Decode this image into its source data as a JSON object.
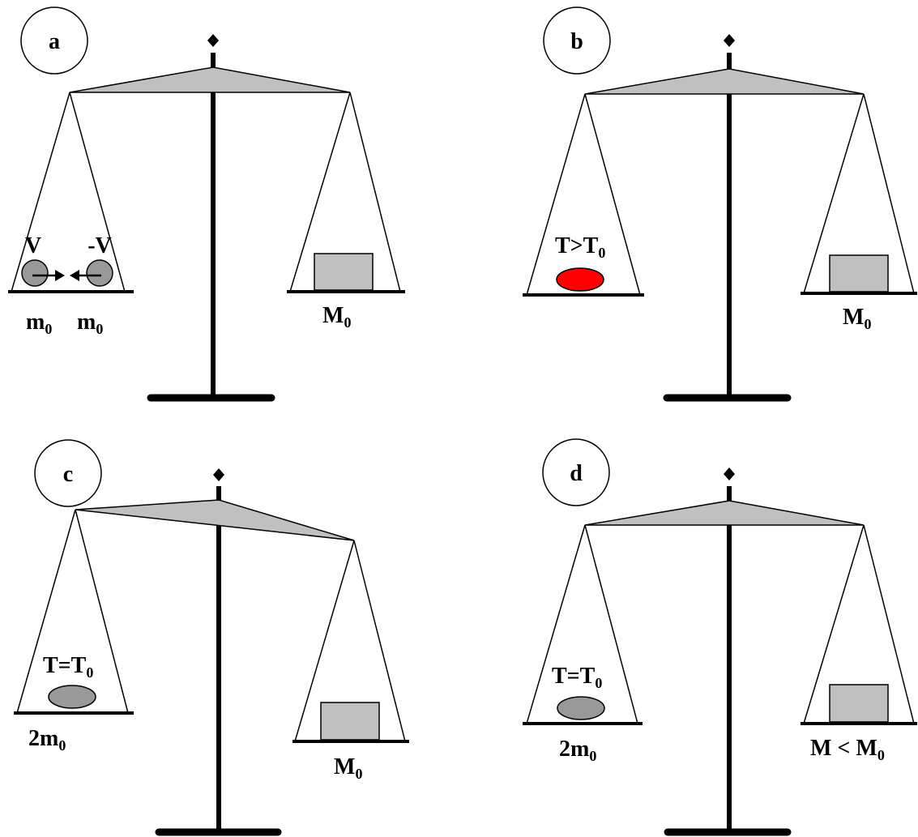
{
  "colors": {
    "beam_fill": "#c0c0c0",
    "mass_fill": "#c0c0c0",
    "ball_fill": "#999999",
    "hot_fill": "#ff0000",
    "gas_fill": "#999999",
    "line": "#000000"
  },
  "panels": {
    "a": {
      "letter": "a",
      "left_top_label": {
        "left": "V",
        "right": "-V"
      },
      "left_bottom_label": {
        "m1": "m",
        "m1_sub": "0",
        "m2": "m",
        "m2_sub": "0"
      },
      "right_label": {
        "main": "M",
        "sub": "0"
      }
    },
    "b": {
      "letter": "b",
      "left_top_label": {
        "main": "T>T",
        "sub": "0"
      },
      "right_label": {
        "main": "M",
        "sub": "0"
      }
    },
    "c": {
      "letter": "c",
      "left_top_label": {
        "main": "T=T",
        "sub": "0"
      },
      "left_bottom_label": {
        "main": "2m",
        "sub": "0"
      },
      "right_label": {
        "main": "M",
        "sub": "0"
      }
    },
    "d": {
      "letter": "d",
      "left_top_label": {
        "main": "T=T",
        "sub": "0"
      },
      "left_bottom_label": {
        "main": "2m",
        "sub": "0"
      },
      "right_label": {
        "main": "M < M",
        "sub": "0"
      }
    }
  }
}
